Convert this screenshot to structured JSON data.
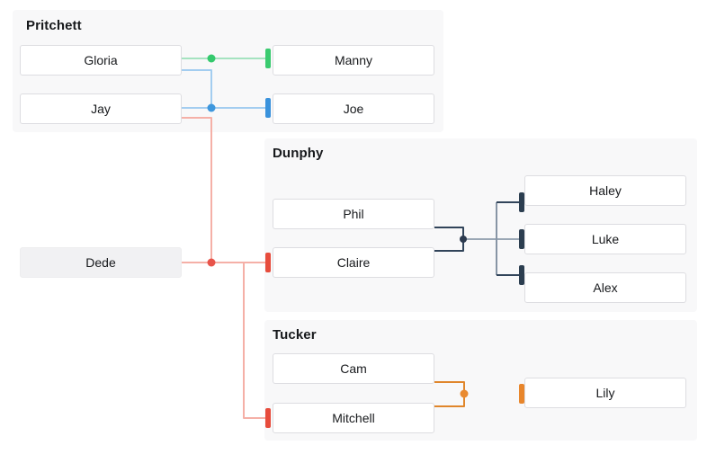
{
  "groups": [
    {
      "title": "Pritchett",
      "members": [
        {
          "name": "Gloria"
        },
        {
          "name": "Jay"
        },
        {
          "name": "Manny"
        },
        {
          "name": "Joe"
        }
      ]
    },
    {
      "title": "Dunphy",
      "members": [
        {
          "name": "Phil"
        },
        {
          "name": "Claire"
        },
        {
          "name": "Haley"
        },
        {
          "name": "Luke"
        },
        {
          "name": "Alex"
        }
      ]
    },
    {
      "title": "Tucker",
      "members": [
        {
          "name": "Cam"
        },
        {
          "name": "Mitchell"
        },
        {
          "name": "Lily"
        }
      ]
    }
  ],
  "standalone": {
    "name": "Dede"
  },
  "relationships": [
    {
      "parents": [
        "Gloria"
      ],
      "children": [
        "Manny"
      ],
      "color_key": "green"
    },
    {
      "parents": [
        "Gloria",
        "Jay"
      ],
      "children": [
        "Joe"
      ],
      "color_key": "blue"
    },
    {
      "parents": [
        "Jay",
        "Dede"
      ],
      "children": [
        "Claire",
        "Mitchell"
      ],
      "color_key": "red"
    },
    {
      "parents": [
        "Phil",
        "Claire"
      ],
      "children": [
        "Haley",
        "Luke",
        "Alex"
      ],
      "color_key": "navy"
    },
    {
      "parents": [
        "Cam",
        "Mitchell"
      ],
      "children": [
        "Lily"
      ],
      "color_key": "orange"
    }
  ],
  "colors": {
    "green_line": "#a5e3c0",
    "green_node": "#34c96d",
    "green_bar": "#3acb70",
    "blue_line": "#a3cdf0",
    "blue_node": "#3e97dd",
    "blue_bar": "#3a92dc",
    "red_line": "#f5b0a7",
    "red_node": "#e8544a",
    "red_bar": "#e74c3c",
    "navy_line": "#9aa7b5",
    "navy_rail": "#8795a5",
    "navy_dark": "#31445a",
    "navy_node": "#2c3a4f",
    "navy_bar": "#2c3e50",
    "orange_bracket": "#e0862b",
    "orange_node": "#e98a31",
    "orange_bar": "#e8862c",
    "orange_fade_start": "#efa863",
    "orange_fade_end": "#fdf1e5"
  }
}
